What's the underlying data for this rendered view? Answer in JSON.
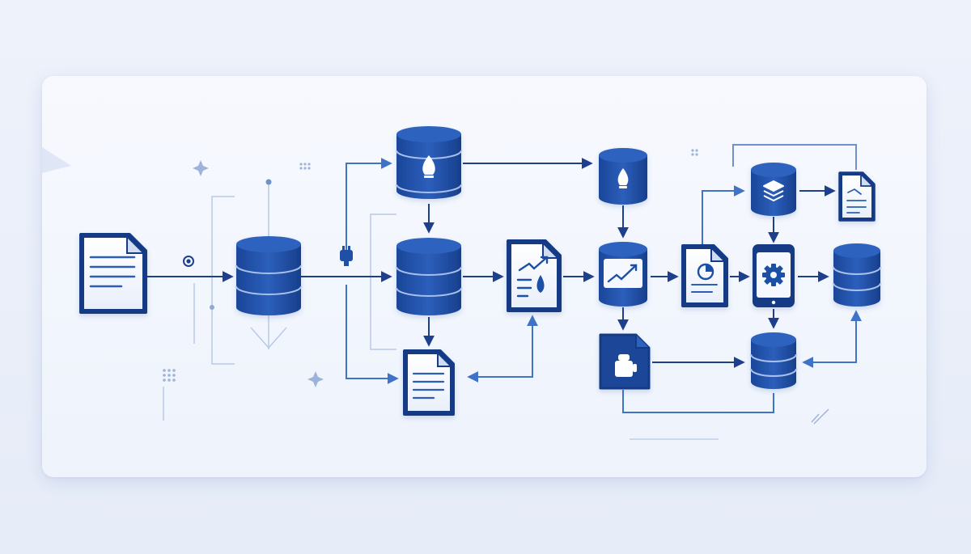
{
  "colors": {
    "background": "#e9eef9",
    "card": "#f4f7fd",
    "primary_blue": "#1f4fa6",
    "dark_blue": "#143a82",
    "mid_blue": "#3f73c8",
    "light_blue": "#8fb0e0",
    "document_fill": "#f3f6fc",
    "connector": "#1d3f8c",
    "faint_connector": "#b3c6e6"
  },
  "nodes": [
    {
      "id": "source-document",
      "kind": "document",
      "icon": "lines-icon"
    },
    {
      "id": "staging-database",
      "kind": "database",
      "icon": "none"
    },
    {
      "id": "top-database",
      "kind": "database",
      "icon": "flame-icon"
    },
    {
      "id": "central-database",
      "kind": "database",
      "icon": "none"
    },
    {
      "id": "output-document",
      "kind": "document",
      "icon": "lines-icon"
    },
    {
      "id": "analysis-document",
      "kind": "document",
      "icon": "chart-arrow-icon"
    },
    {
      "id": "upper-database",
      "kind": "database",
      "icon": "flame-icon"
    },
    {
      "id": "trend-database",
      "kind": "database",
      "icon": "trend-icon"
    },
    {
      "id": "storage-icon-document",
      "kind": "document",
      "icon": "bucket-icon"
    },
    {
      "id": "report-document",
      "kind": "document",
      "icon": "pie-icon"
    },
    {
      "id": "layers-database",
      "kind": "database",
      "icon": "layers-icon"
    },
    {
      "id": "summary-document",
      "kind": "document",
      "icon": "lines-icon"
    },
    {
      "id": "settings-device",
      "kind": "device",
      "icon": "gear-icon"
    },
    {
      "id": "lower-database",
      "kind": "database",
      "icon": "none"
    },
    {
      "id": "final-database",
      "kind": "database",
      "icon": "none"
    }
  ]
}
